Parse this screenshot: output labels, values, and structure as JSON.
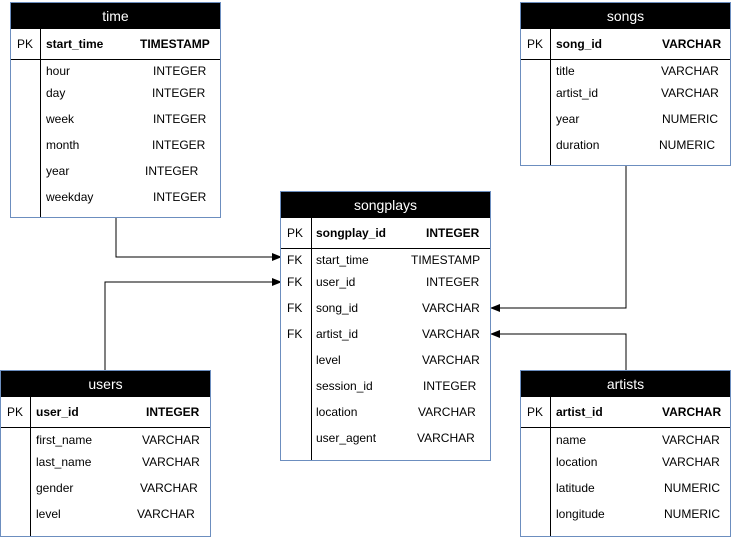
{
  "entities": {
    "time": {
      "title": "time",
      "pk": {
        "key": "PK",
        "name": "start_time",
        "type": "TIMESTAMP"
      },
      "fields": [
        {
          "name": "hour",
          "type": "INTEGER"
        },
        {
          "name": "day",
          "type": "INTEGER"
        },
        {
          "name": "week",
          "type": "INTEGER"
        },
        {
          "name": "month",
          "type": "INTEGER"
        },
        {
          "name": "year",
          "type": "INTEGER"
        },
        {
          "name": "weekday",
          "type": "INTEGER"
        }
      ]
    },
    "songs": {
      "title": "songs",
      "pk": {
        "key": "PK",
        "name": "song_id",
        "type": "VARCHAR"
      },
      "fields": [
        {
          "name": "title",
          "type": "VARCHAR"
        },
        {
          "name": "artist_id",
          "type": "VARCHAR"
        },
        {
          "name": "year",
          "type": "NUMERIC"
        },
        {
          "name": "duration",
          "type": "NUMERIC"
        }
      ]
    },
    "songplays": {
      "title": "songplays",
      "pk": {
        "key": "PK",
        "name": "songplay_id",
        "type": "INTEGER"
      },
      "fields": [
        {
          "key": "FK",
          "name": "start_time",
          "type": "TIMESTAMP"
        },
        {
          "key": "FK",
          "name": "user_id",
          "type": "INTEGER"
        },
        {
          "key": "FK",
          "name": "song_id",
          "type": "VARCHAR"
        },
        {
          "key": "FK",
          "name": "artist_id",
          "type": "VARCHAR"
        },
        {
          "name": "level",
          "type": "VARCHAR"
        },
        {
          "name": "session_id",
          "type": "INTEGER"
        },
        {
          "name": "location",
          "type": "VARCHAR"
        },
        {
          "name": "user_agent",
          "type": "VARCHAR"
        }
      ]
    },
    "users": {
      "title": "users",
      "pk": {
        "key": "PK",
        "name": "user_id",
        "type": "INTEGER"
      },
      "fields": [
        {
          "name": "first_name",
          "type": "VARCHAR"
        },
        {
          "name": "last_name",
          "type": "VARCHAR"
        },
        {
          "name": "gender",
          "type": "VARCHAR"
        },
        {
          "name": "level",
          "type": "VARCHAR"
        }
      ]
    },
    "artists": {
      "title": "artists",
      "pk": {
        "key": "PK",
        "name": "artist_id",
        "type": "VARCHAR"
      },
      "fields": [
        {
          "name": "name",
          "type": "VARCHAR"
        },
        {
          "name": "location",
          "type": "VARCHAR"
        },
        {
          "name": "latitude",
          "type": "NUMERIC"
        },
        {
          "name": "longitude",
          "type": "NUMERIC"
        }
      ]
    }
  },
  "colors": {
    "header": "#000000",
    "border": "#6c8ebf",
    "edge": "#000000"
  }
}
